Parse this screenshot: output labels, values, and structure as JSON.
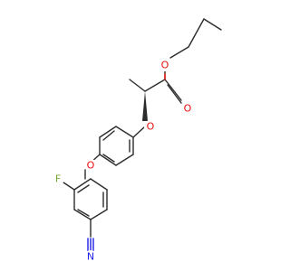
{
  "atom_labels": {
    "ester_carbonyl_o": "O",
    "ester_single_o": "O",
    "ether_o_1": "O",
    "ether_o_2": "O",
    "fluorine": "F",
    "nitrile_n": "N"
  },
  "colors": {
    "bond": "#2b2b2b",
    "oxygen": "#e8100b",
    "nitrogen": "#1f1fe6",
    "fluorine": "#74a82e"
  }
}
